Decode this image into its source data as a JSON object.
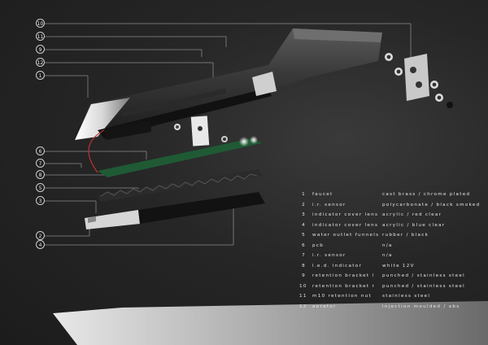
{
  "callouts": [
    "10",
    "11",
    "9",
    "12",
    "1",
    "6",
    "7",
    "8",
    "5",
    "3",
    "2",
    "4"
  ],
  "parts": [
    {
      "no": "1",
      "name": "faucet",
      "material": "cast brass / chrome plated"
    },
    {
      "no": "2",
      "name": "i.r. sensor",
      "material": "polycarbonate / black smoked"
    },
    {
      "no": "3",
      "name": "indicator cover lens",
      "material": "acrylic / red clear"
    },
    {
      "no": "4",
      "name": "indicator cover lens",
      "material": "acrylic / blue clear"
    },
    {
      "no": "5",
      "name": "water outlet funnels",
      "material": "rubber / black"
    },
    {
      "no": "6",
      "name": "pcb",
      "material": "n/a"
    },
    {
      "no": "7",
      "name": "i.r. sensor",
      "material": "n/a"
    },
    {
      "no": "8",
      "name": "l.e.d. indicator",
      "material": "white 12V"
    },
    {
      "no": "9",
      "name": "retention bracket l",
      "material": "punched / stainless steel"
    },
    {
      "no": "10",
      "name": "retention bracket r",
      "material": "punched / stainless steel"
    },
    {
      "no": "11",
      "name": "m10 retention nut",
      "material": "stainless steel"
    },
    {
      "no": "12",
      "name": "aerator",
      "material": "injection moulded / abs"
    }
  ]
}
